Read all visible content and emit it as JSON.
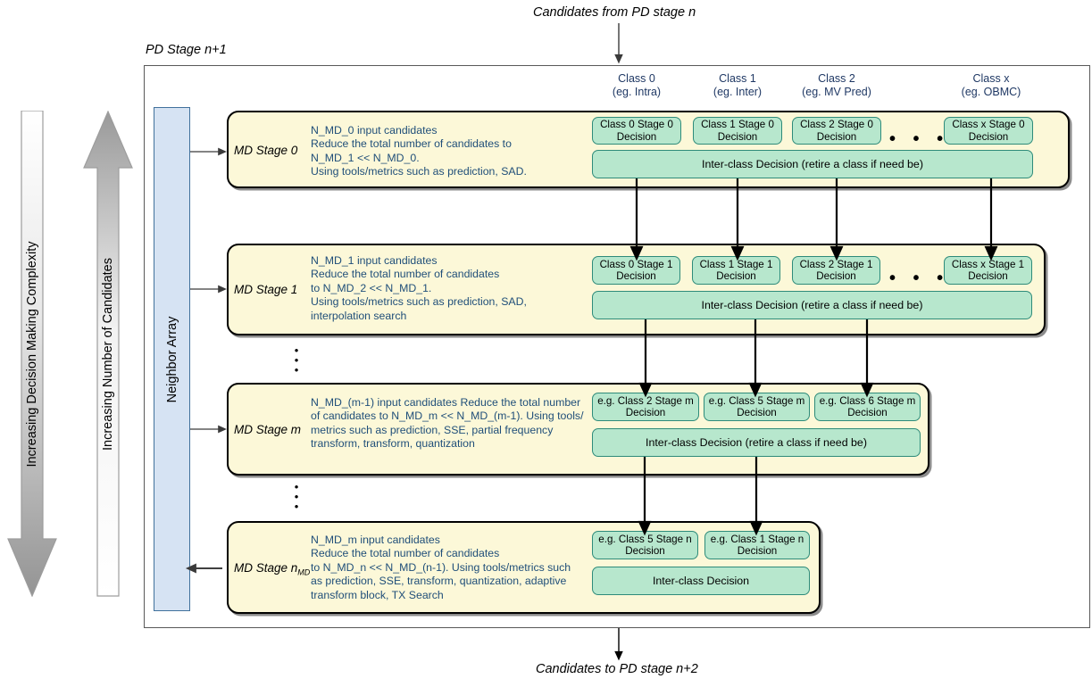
{
  "top_caption": "Candidates from PD stage n",
  "bottom_caption": "Candidates to PD stage n+2",
  "pd_stage_title": "PD Stage n+1",
  "neighbor_array_label": "Neighbor Array",
  "left_arrows": [
    {
      "label": "Increasing Decision Making Complexity",
      "direction": "down",
      "style": "gray-gradient"
    },
    {
      "label": "Increasing Number of Candidates",
      "direction": "up",
      "style": "white-outline"
    }
  ],
  "class_headers": [
    {
      "name": "Class 0",
      "example": "(eg. Intra)"
    },
    {
      "name": "Class 1",
      "example": "(eg. Inter)"
    },
    {
      "name": "Class 2",
      "example": "(eg. MV Pred)"
    },
    {
      "name": "Class x",
      "example": "(eg. OBMC)"
    }
  ],
  "ellipsis_horizontal": "• • •",
  "ellipsis_vertical": "•\n•\n•",
  "stages": [
    {
      "name": "MD Stage 0",
      "name_sub": "",
      "description": "N_MD_0 input candidates\nReduce the total number of candidates to\nN_MD_1 << N_MD_0.\nUsing tools/metrics such as prediction, SAD.",
      "decisions": [
        "Class 0 Stage 0 Decision",
        "Class 1 Stage 0 Decision",
        "Class 2 Stage 0 Decision",
        "Class x Stage 0 Decision"
      ],
      "has_ellipsis": true,
      "inter_class": "Inter-class Decision (retire a class if need be)"
    },
    {
      "name": "MD Stage 1",
      "name_sub": "",
      "description": "N_MD_1 input candidates\nReduce the total number of candidates\nto N_MD_2 << N_MD_1.\nUsing tools/metrics such as prediction, SAD,\ninterpolation search",
      "decisions": [
        "Class 0 Stage 1 Decision",
        "Class 1 Stage 1 Decision",
        "Class 2 Stage 1 Decision",
        "Class x Stage 1 Decision"
      ],
      "has_ellipsis": true,
      "inter_class": "Inter-class Decision (retire a class if need be)"
    },
    {
      "name": "MD Stage m",
      "name_sub": "",
      "description": "N_MD_(m-1) input candidates Reduce the total number\nof candidates to N_MD_m << N_MD_(m-1). Using tools/\nmetrics such as prediction, SSE, partial frequency\ntransform, transform, quantization",
      "decisions": [
        "e.g. Class 2 Stage m Decision",
        "e.g. Class 5 Stage m Decision",
        "e.g. Class 6 Stage m Decision"
      ],
      "has_ellipsis": false,
      "inter_class": "Inter-class Decision (retire a class if need be)"
    },
    {
      "name": "MD Stage n",
      "name_sub": "MD",
      "description": "N_MD_m input candidates\nReduce the total number of candidates\nto N_MD_n << N_MD_(n-1). Using tools/metrics such\nas prediction, SSE, transform, quantization, adaptive\ntransform block, TX Search",
      "decisions": [
        "e.g. Class 5 Stage n Decision",
        "e.g. Class 1 Stage n Decision"
      ],
      "has_ellipsis": false,
      "inter_class": "Inter-class Decision"
    }
  ],
  "colors": {
    "stage_fill": "#fcf8d8",
    "decision_fill": "#b7e7cd",
    "decision_border": "#2e8b7a",
    "neighbor_fill": "#d6e3f3",
    "neighbor_border": "#41719c",
    "header_text": "#1f3864",
    "desc_text": "#1f4e79"
  }
}
